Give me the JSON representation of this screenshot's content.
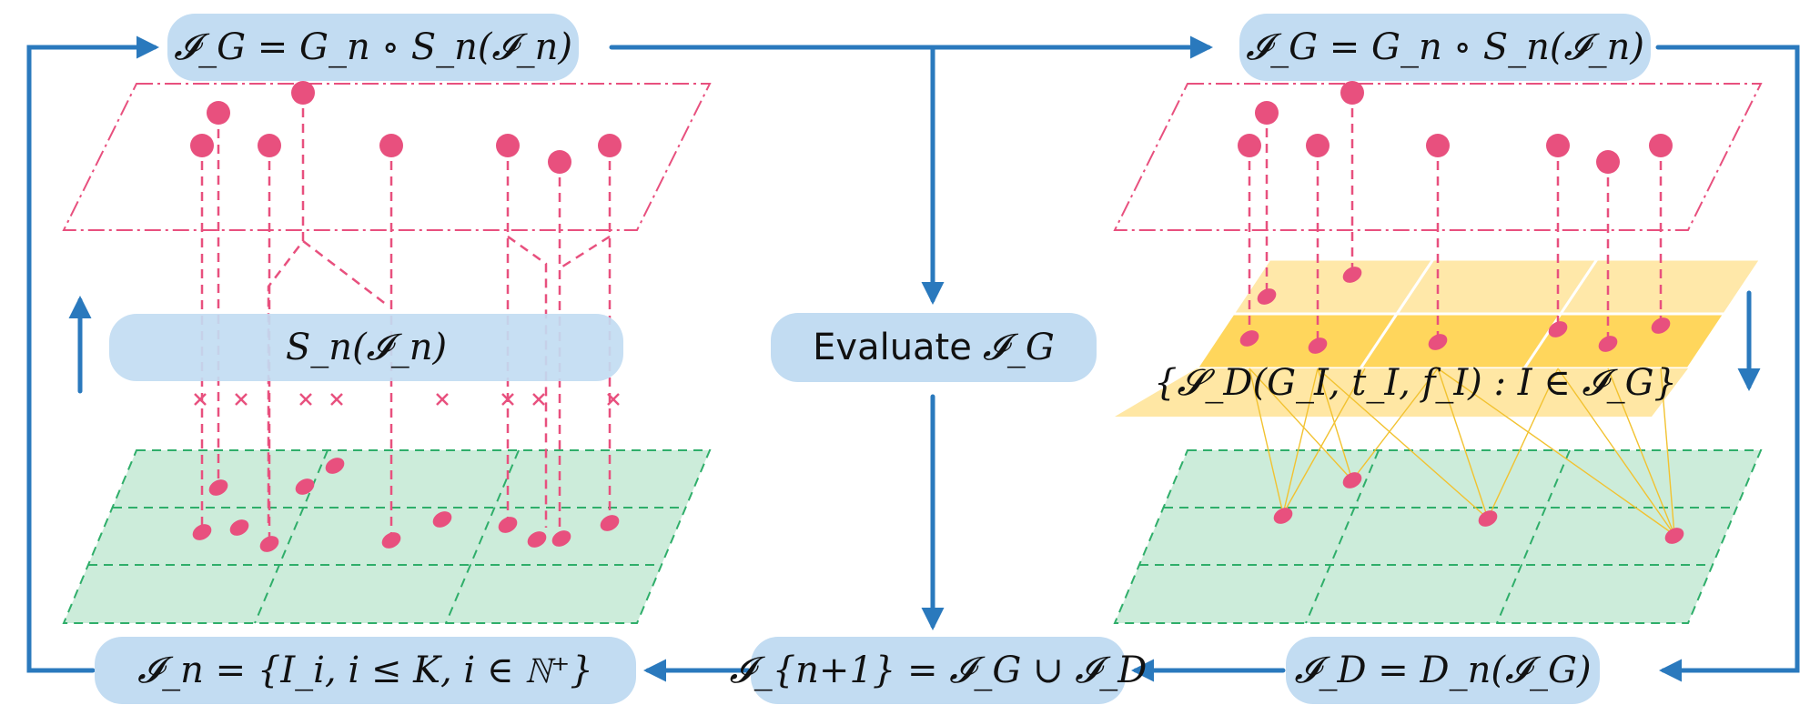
{
  "labels": {
    "top_left": "𝓘_G = G_n ∘ S_n(𝓘_n)",
    "top_right": "𝓘_G = G_n ∘ S_n(𝓘_n)",
    "selection": "S_n(𝓘_n)",
    "evaluate_prefix": "Evaluate",
    "evaluate_var": "𝓘_G",
    "surrogate_set": "{𝓢_D(G_I, t_I, f_I) : I ∈ 𝓘_G}",
    "bottom_left": "𝓘_n = {I_i, i ≤ K, i ∈ ℕ⁺}",
    "bottom_middle": "𝓘_{n+1} = 𝓘_G ∪ 𝓘_D",
    "bottom_right": "𝓘_D = D_n(𝓘_G)"
  },
  "colors": {
    "arrow": "#2a79bd",
    "pill": "#c2dcf2",
    "point": "#e8507e",
    "grid_fill": "#bfe6d0",
    "grid_line": "#2fae6a",
    "surrogate_fill": "#ffd24a",
    "surrogate_light": "#ffe49a"
  }
}
